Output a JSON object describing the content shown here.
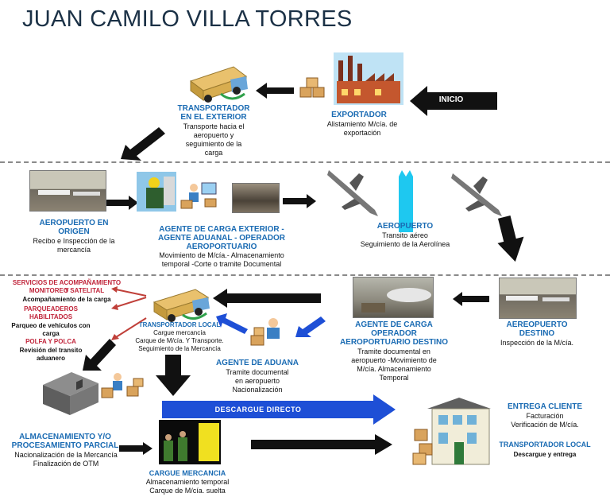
{
  "title": "JUAN CAMILO VILLA TORRES",
  "inicio_label": "INICIO",
  "exportador": {
    "title": "EXPORTADOR",
    "desc_1": "Alistamiento M/cía. de",
    "desc_2": "exportación"
  },
  "transportador_exterior": {
    "title_1": "TRANSPORTADOR",
    "title_2": "EN EL EXTERIOR",
    "desc_1": "Transporte  hacia el",
    "desc_2": "aeropuerto y",
    "desc_3": "seguimiento de la",
    "desc_4": "carga"
  },
  "aeropuerto_origen": {
    "title_1": "AEROPUERTO EN",
    "title_2": "ORIGEN",
    "desc_1": "Recibo e Inspección de la",
    "desc_2": "mercancía"
  },
  "agente_carga_exterior": {
    "title_1": "AGENTE DE CARGA EXTERIOR -",
    "title_2": "AGENTE ADUANAL  - OPERADOR",
    "title_3": "AEROPORTUARIO",
    "desc_1": "Movimiento de M/cía.- Almacenamiento",
    "desc_2": "temporal  -Corte o tramite Documental"
  },
  "aeropuerto_transito": {
    "title": "AEROPUERTO",
    "desc_1": "Transito aéreo",
    "desc_2": "Seguimiento de la Aerolínea"
  },
  "aeropuerto_destino": {
    "title_1": "AEREOPUERTO",
    "title_2": "DESTINO",
    "desc": "Inspección de la M/cía."
  },
  "agente_carga_destino": {
    "title_1": "AGENTE DE CARGA",
    "title_2": "OPERADOR",
    "title_3": "AEROPORTUARIO DESTINO",
    "desc_1": "Tramite documental en",
    "desc_2": "aeropuerto -Movimiento de",
    "desc_3": "M/cía. Almacenamiento",
    "desc_4": "Temporal"
  },
  "agente_aduana": {
    "title": "AGENTE DE ADUANA",
    "desc_1": "Tramite documental",
    "desc_2": "en aeropuerto",
    "desc_3": "Nacionalización"
  },
  "transportador_local": {
    "title": "TRANSPORTADOR  LOCAL",
    "desc_1": "Cargue mercancía",
    "desc_2": "Carque de M/cía.  Y Transporte.",
    "desc_3": "Seguimiento de la Mercancía"
  },
  "servicios": {
    "s1_title_1": "SERVICIOS DE ACOMPAÑAMIENTO Y",
    "s1_title_2": "MONITOREO SATELITAL",
    "s1_desc": "Acompañamiento de la carga",
    "s2_title_1": "PARQUEADEROS",
    "s2_title_2": "HABILITADOS",
    "s2_desc_1": "Parqueo de vehículos con",
    "s2_desc_2": "carga",
    "s3_title": "POLFA Y POLCA",
    "s3_desc_1": "Revisión del transito",
    "s3_desc_2": "aduanero"
  },
  "almacenamiento": {
    "title_1": "ALMACENAMIENTO Y/O",
    "title_2": "PROCESAMIENTO PARCIAL",
    "desc_1": "Nacionalización de la Mercancía",
    "desc_2": "Finalización de OTM"
  },
  "cargue_mercancia": {
    "title": "CARGUE MERCANCIA",
    "desc_1": "Almacenamiento temporal",
    "desc_2": "Carque de M/cía. suelta"
  },
  "descargue_label": "DESCARGUE DIRECTO",
  "entrega_cliente": {
    "title": "ENTREGA CLIENTE",
    "desc_1": "Facturación",
    "desc_2": "Verificación de M/cía."
  },
  "transportador_local_final": {
    "title": "TRANSPORTADOR  LOCAL",
    "desc": "Descargue y entrega"
  },
  "colors": {
    "title": "#1b3146",
    "blue_text": "#1a6bb3",
    "red_text": "#c0243a",
    "arrow_blue": "#1e4fd6",
    "arrow_dark": "#111111",
    "arrow_red": "#c0403a"
  }
}
